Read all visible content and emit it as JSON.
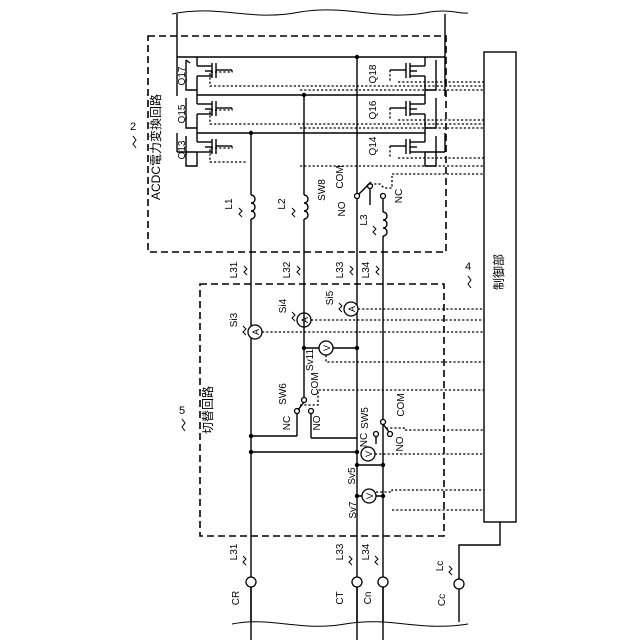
{
  "conversion_circuit": {
    "ref": "2",
    "title": "ACDC電力変換回路",
    "transistors": [
      "Q17",
      "Q15",
      "Q13",
      "Q18",
      "Q16",
      "Q14"
    ],
    "inductors": [
      "L1",
      "L2",
      "L3"
    ],
    "switch": {
      "name": "SW8",
      "com": "COM",
      "no": "NO",
      "nc": "NC"
    }
  },
  "controller": {
    "ref": "4",
    "title": "制御部"
  },
  "switching_circuit": {
    "ref": "5",
    "title": "切替回路",
    "lines_top": [
      "L31",
      "L32",
      "L33",
      "L34"
    ],
    "current_sensors": [
      "Si3",
      "Si4",
      "Si5"
    ],
    "voltage_sensors": [
      "Sv11",
      "Sv5",
      "Sv7"
    ],
    "sensor_current_symbol": "A",
    "sensor_voltage_symbol": "V",
    "switches": [
      {
        "name": "SW6",
        "com": "COM",
        "nc": "NC",
        "no": "NO"
      },
      {
        "name": "SW5",
        "com": "COM",
        "nc": "NC",
        "no": "NO"
      }
    ]
  },
  "terminals": {
    "lines": [
      "L31",
      "L33",
      "L34",
      "Lc"
    ],
    "connectors": [
      "CR",
      "CT",
      "Cn",
      "Cc"
    ]
  }
}
